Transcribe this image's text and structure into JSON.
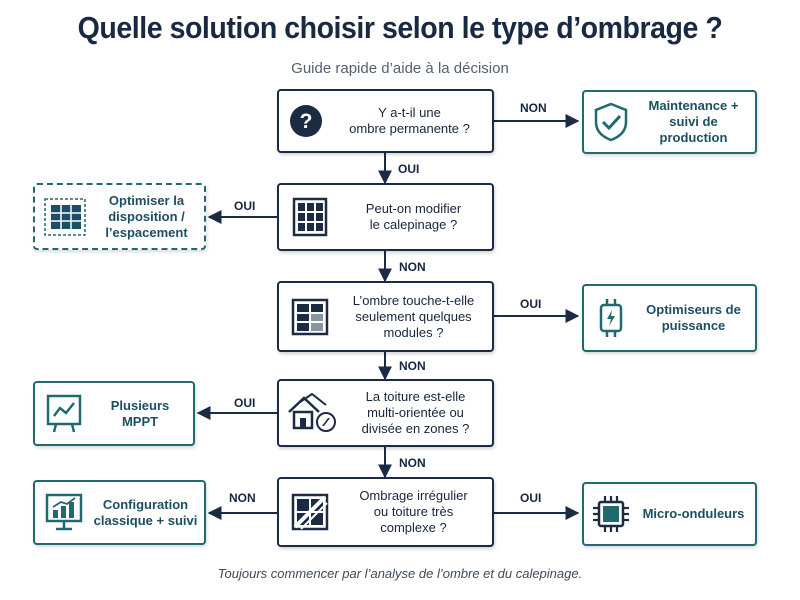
{
  "title": "Quelle solution choisir selon le type d’ombrage ?",
  "subtitle": "Guide rapide d’aide à la décision",
  "footer": "Toujours commencer par l’analyse de l’ombre et du calepinage.",
  "questions": [
    {
      "text": "Y a-t-il une\nombre permanente ?",
      "icon": "question-icon"
    },
    {
      "text": "Peut-on modifier\nle calepinage ?",
      "icon": "panel-grid-icon"
    },
    {
      "text": "L’ombre touche-t-elle\nseulement quelques\nmodules ?",
      "icon": "partial-panel-icon"
    },
    {
      "text": "La toiture est-elle\nmulti-orientée ou\ndivisée en zones ?",
      "icon": "house-compass-icon"
    },
    {
      "text": "Ombrage irrégulier\nou toiture très\ncomplexe ?",
      "icon": "shaded-panel-icon"
    }
  ],
  "outcomes": {
    "maintenance": {
      "text": "Maintenance +\nsuivi de production",
      "icon": "shield-check-icon"
    },
    "disposition": {
      "text": "Optimiser la\ndisposition /\nl’espacement",
      "icon": "panel-layout-icon"
    },
    "optimiseurs": {
      "text": "Optimiseurs de\npuissance",
      "icon": "optimizer-icon"
    },
    "mppt": {
      "text": "Plusieurs MPPT",
      "icon": "monitor-chart-icon"
    },
    "classique": {
      "text": "Configuration\nclassique + suivi",
      "icon": "monitor-bars-icon"
    },
    "micro": {
      "text": "Micro-onduleurs",
      "icon": "microchip-icon"
    }
  },
  "edge_labels": {
    "q1_right": "NON",
    "q1_down": "OUI",
    "q2_left": "OUI",
    "q2_down": "NON",
    "q3_right": "OUI",
    "q3_down": "NON",
    "q4_left": "OUI",
    "q4_down": "NON",
    "q5_left": "NON",
    "q5_right": "OUI"
  },
  "colors": {
    "navy": "#1c2b44",
    "teal": "#1f6a6f",
    "outcome_text": "#1c4f63"
  }
}
